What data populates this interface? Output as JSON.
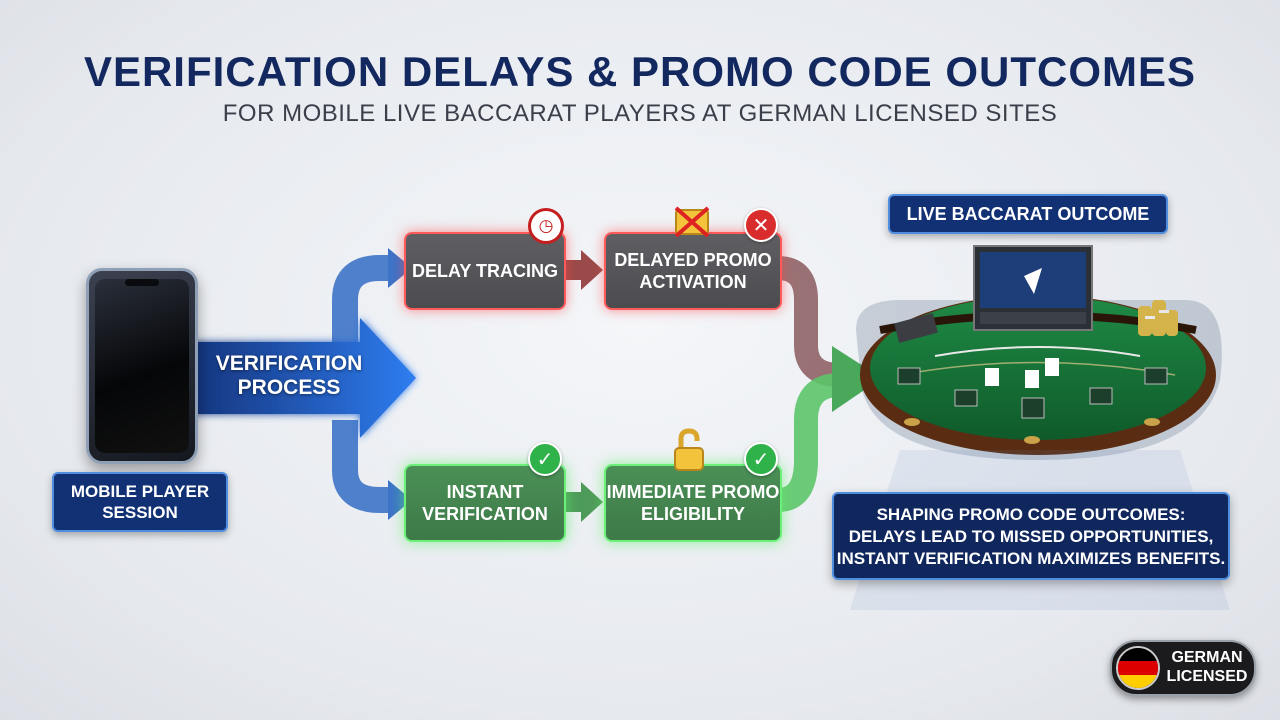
{
  "header": {
    "title": "VERIFICATION DELAYS & PROMO CODE OUTCOMES",
    "subtitle": "FOR MOBILE LIVE BACCARAT PLAYERS AT GERMAN LICENSED SITES"
  },
  "start": {
    "device_icon": "smartphone-icon",
    "label": "MOBILE PLAYER SESSION"
  },
  "process": {
    "label": "VERIFICATION PROCESS"
  },
  "delay_path": {
    "color": "#ff5a5a",
    "step1": {
      "label": "DELAY TRACING",
      "icon": "clock-icon"
    },
    "step2": {
      "label": "DELAYED PROMO ACTIVATION",
      "icon": "crossed-ticket-icon",
      "status_icon": "x-mark-icon"
    }
  },
  "instant_path": {
    "color": "#6cf07a",
    "step1": {
      "label": "INSTANT VERIFICATION",
      "status_icon": "check-mark-icon"
    },
    "step2": {
      "label": "IMMEDIATE PROMO ELIGIBILITY",
      "icon": "unlocked-padlock-icon",
      "status_icon": "check-mark-icon"
    }
  },
  "outcome": {
    "label": "LIVE BACCARAT OUTCOME",
    "image": "baccarat-table-illustration"
  },
  "summary": {
    "line1": "SHAPING PROMO CODE OUTCOMES:",
    "line2": "DELAYS LEAD TO MISSED OPPORTUNITIES,",
    "line3": "INSTANT VERIFICATION MAXIMIZES BENEFITS."
  },
  "badge": {
    "line1": "GERMAN",
    "line2": "LICENSED",
    "flag_colors": [
      "#000000",
      "#dd0000",
      "#ffce00"
    ]
  }
}
